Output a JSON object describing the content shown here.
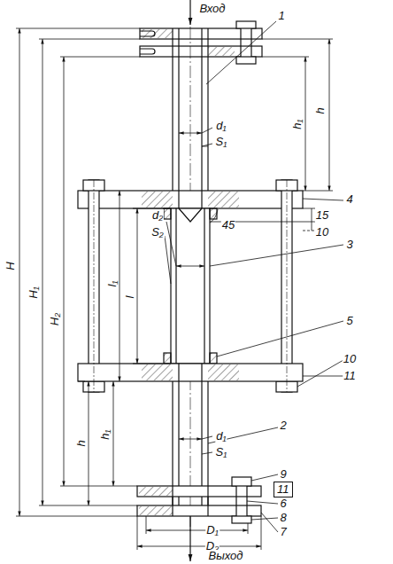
{
  "diagram": {
    "nodes": [
      {
        "text": [
          "11"
        ]
      }
    ],
    "labels": [
      "Вход",
      "1",
      "H",
      "H₁",
      "H₂",
      "h₁",
      "h",
      "d₁",
      "S₁",
      "4",
      "15",
      "10",
      "45",
      "3",
      "l₁",
      "l",
      "d₂",
      "S₂",
      "5",
      "10",
      "11",
      "h",
      "h₁",
      "2",
      "d₁",
      "S₁",
      "9",
      "6",
      "8",
      "7",
      "D₁",
      "D₂",
      "Выход"
    ]
  }
}
